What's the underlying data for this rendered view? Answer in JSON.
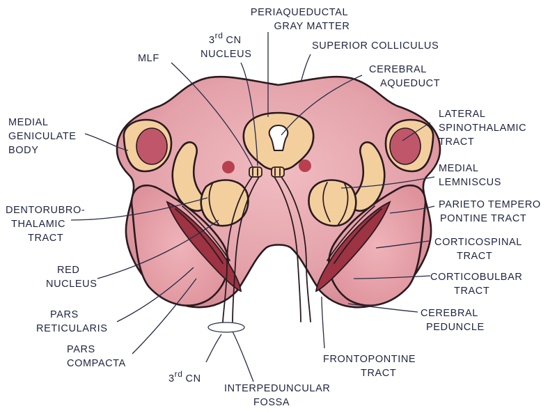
{
  "labels": {
    "periaqueductal_gray_matter": [
      "PERIAQUEDUCTAL",
      "GRAY MATTER"
    ],
    "third_cn_nucleus": {
      "prefix": "3",
      "superscript": "rd",
      "suffix": "CN",
      "line2": "NUCLEUS"
    },
    "mlf": "MLF",
    "superior_colliculus": "SUPERIOR COLLICULUS",
    "cerebral_aqueduct": [
      "CEREBRAL",
      "AQUEDUCT"
    ],
    "medial_geniculate_body": [
      "MEDIAL",
      "GENICULATE",
      "BODY"
    ],
    "lateral_spinothalamic_tract": [
      "LATERAL",
      "SPINOTHALAMIC",
      "TRACT"
    ],
    "medial_lemniscus": [
      "MEDIAL",
      "LEMNISCUS"
    ],
    "dentorubrothalamic_tract": [
      "DENTORUBRO-",
      "THALAMIC",
      "TRACT"
    ],
    "parieto_tempero_pontine_tract": [
      "PARIETO TEMPERO",
      "PONTINE TRACT"
    ],
    "corticospinal_tract": [
      "CORTICOSPINAL",
      "TRACT"
    ],
    "red_nucleus": [
      "RED",
      "NUCLEUS"
    ],
    "corticobulbar_tract": [
      "CORTICOBULBAR",
      "TRACT"
    ],
    "pars_reticularis": [
      "PARS",
      "RETICULARIS"
    ],
    "cerebral_peduncle": [
      "CEREBRAL",
      "PEDUNCLE"
    ],
    "pars_compacta": [
      "PARS",
      "COMPACTA"
    ],
    "frontopontine_tract": [
      "FRONTOPONTINE",
      "TRACT"
    ],
    "third_cn": {
      "prefix": "3",
      "superscript": "rd",
      "suffix": "CN"
    },
    "interpeduncular_fossa": [
      "INTERPEDUNCULAR",
      "FOSSA"
    ]
  },
  "colors": {
    "tissue": "#e6a6ad",
    "tissue_dark": "#d48b94",
    "peduncle": "#e9a3ab",
    "nucleus_peach": "#f3cf9e",
    "red_nucleus": "#b8404e",
    "tract_dark": "#9e3343",
    "outline": "#2a1a1f",
    "label_text": "#1f2440"
  }
}
